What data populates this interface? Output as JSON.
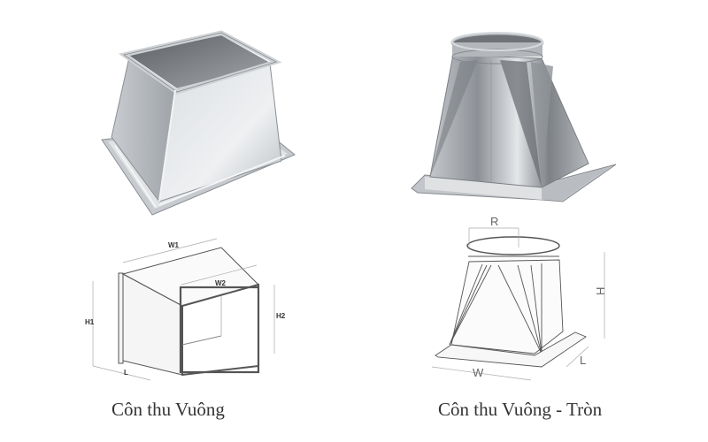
{
  "products": [
    {
      "name": "Côn thu Vuông",
      "photo": "square-reducer-photo",
      "diagram_labels": {
        "w1": "W1",
        "w2": "W2",
        "h1": "H1",
        "h2": "H2",
        "l": "L"
      }
    },
    {
      "name": "Côn thu Vuông - Tròn",
      "photo": "square-to-round-reducer-photo",
      "diagram_labels": {
        "r": "R",
        "h": "H",
        "w": "W",
        "l": "L"
      }
    }
  ],
  "colors": {
    "background": "#ffffff",
    "caption": "#333333",
    "metal_light": "#d8dadc",
    "metal_mid": "#a9adb1",
    "metal_dark": "#6f7378",
    "line": "#555555",
    "dim_line": "#aaaaaa"
  }
}
